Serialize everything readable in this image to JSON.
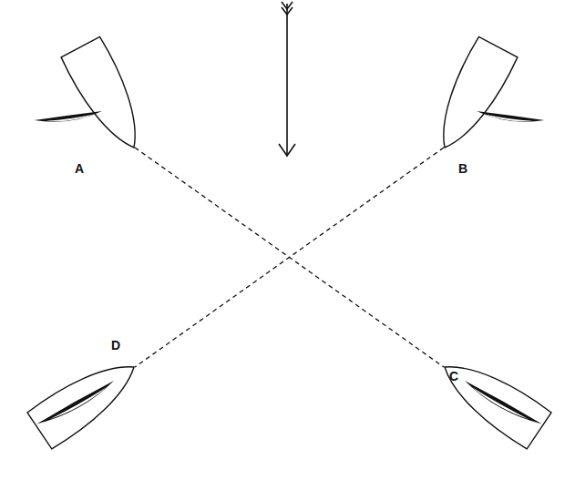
{
  "diagram": {
    "nodes": [
      {
        "text": [
          "A"
        ]
      },
      {
        "text": [
          "B"
        ]
      },
      {
        "text": [
          "D"
        ]
      },
      {
        "text": [
          "C"
        ]
      }
    ],
    "edges": [
      {
        "from": 0,
        "to": 3,
        "arrow": "none"
      },
      {
        "from": 1,
        "to": 2,
        "arrow": "none"
      }
    ]
  }
}
